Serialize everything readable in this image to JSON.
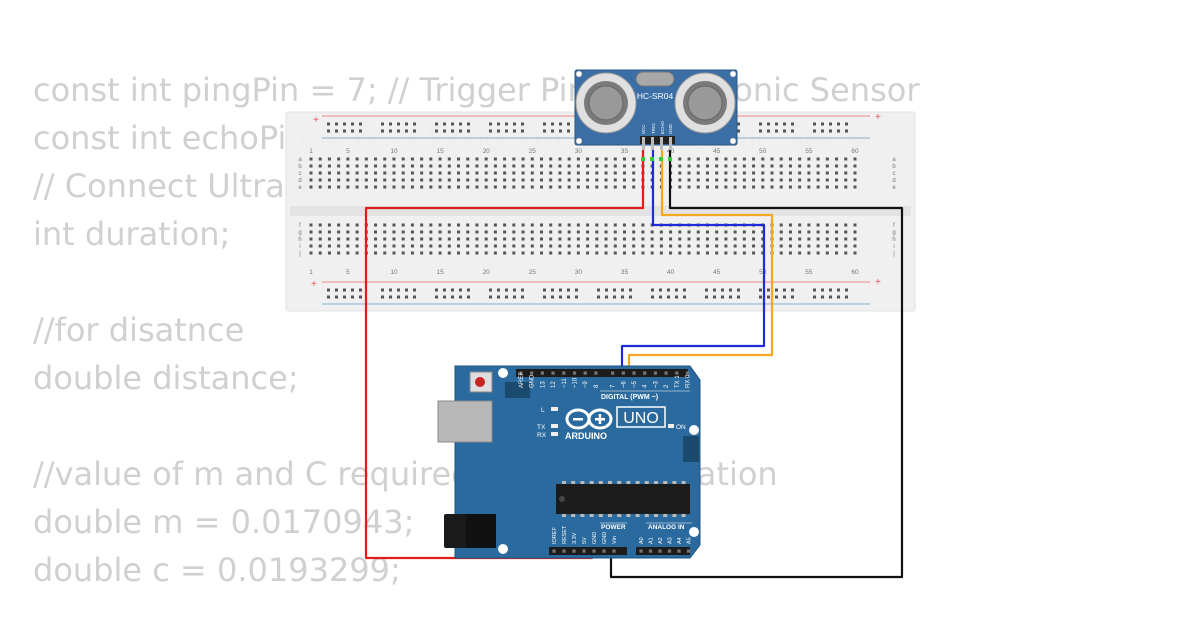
{
  "code_lines": [
    "const int pingPin = 7; // Trigger Pin of Ultrasonic Sensor",
    "const int echoPin = 6; // Echo Pin of Ultrasonic Sensor",
    "// Connect Ultrasonic Sensor",
    "int duration;",
    "",
    "//for disatnce",
    "double distance;",
    "",
    "//value of m and C required for linear equation",
    "double m = 0.0170943;",
    "double c = 0.0193299;"
  ],
  "breadboard": {
    "column_numbers": [
      "1",
      "5",
      "10",
      "15",
      "20",
      "25",
      "30",
      "35",
      "40",
      "45",
      "50",
      "55",
      "60"
    ],
    "rows_top": [
      "a",
      "b",
      "c",
      "d",
      "e"
    ],
    "rows_bottom": [
      "f",
      "g",
      "h",
      "i",
      "j"
    ],
    "rail_plus": "+"
  },
  "sensor": {
    "label": "HC-SR04",
    "pins": [
      "VCC",
      "TRIG",
      "ECHO",
      "GND"
    ]
  },
  "arduino": {
    "brand": "ARDUINO",
    "model": "UNO",
    "digital_label": "DIGITAL (PWM ~)",
    "power_label": "POWER",
    "analog_label": "ANALOG IN",
    "on_label": "ON",
    "l_label": "L",
    "tx_label": "TX",
    "rx_label": "RX",
    "digital_pins": [
      "AREF",
      "GND",
      "13",
      "12",
      "~11",
      "~10",
      "~9",
      "8",
      "7",
      "~6",
      "~5",
      "4",
      "~3",
      "2",
      "TX 1",
      "RX 0"
    ],
    "power_pins": [
      "IOREF",
      "RESET",
      "3.3V",
      "5V",
      "GND",
      "GND",
      "Vin"
    ],
    "analog_pins": [
      "A0",
      "A1",
      "A2",
      "A3",
      "A4",
      "A5"
    ]
  },
  "colors": {
    "wire_red": "#e21b1b",
    "wire_blue": "#1e2bd6",
    "wire_orange": "#f5a623",
    "wire_black": "#111111",
    "board_blue": "#2a6a9e",
    "breadboard": "#efefef"
  }
}
